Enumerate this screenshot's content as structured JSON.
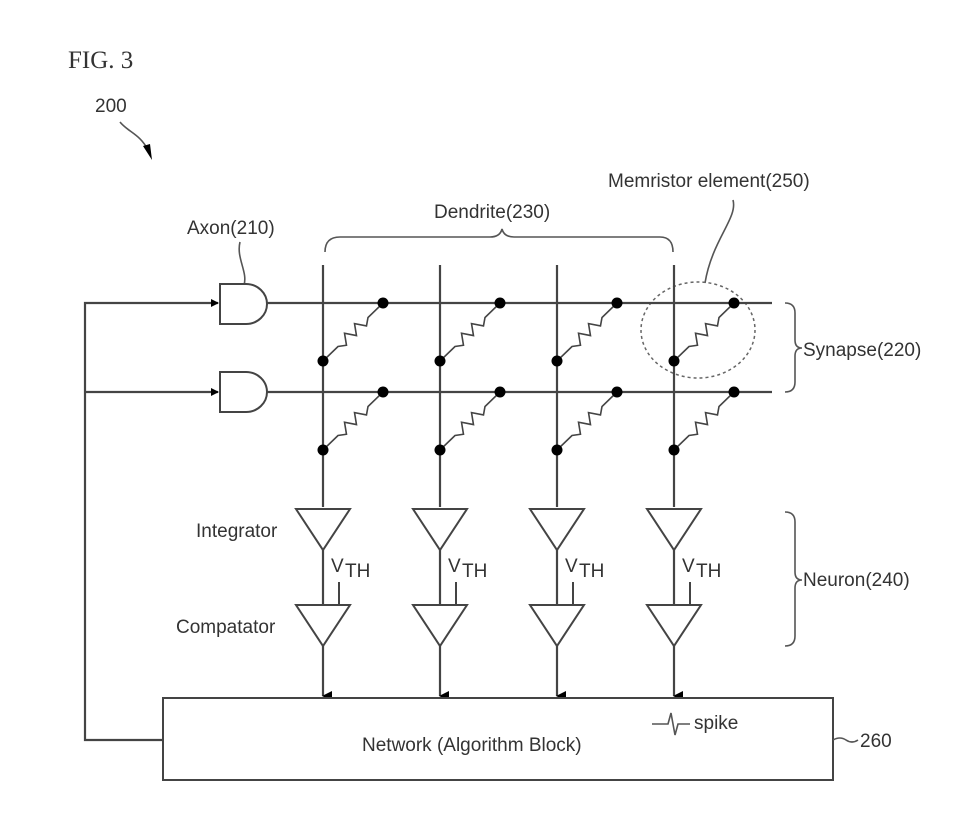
{
  "figure": {
    "title": "FIG. 3",
    "reference": "200"
  },
  "labels": {
    "axon": "Axon(210)",
    "dendrite": "Dendrite(230)",
    "memristor": "Memristor element(250)",
    "synapse": "Synapse(220)",
    "neuron": "Neuron(240)",
    "integrator": "Integrator",
    "comparator": "Compatator",
    "vth_main": "V",
    "vth_sub": "TH",
    "network": "Network (Algorithm Block)",
    "spike": "spike",
    "network_ref": "260"
  },
  "structure": {
    "axon_rows": 2,
    "dendrite_columns": 4,
    "memristors_per_column": 2,
    "neurons": 4
  }
}
